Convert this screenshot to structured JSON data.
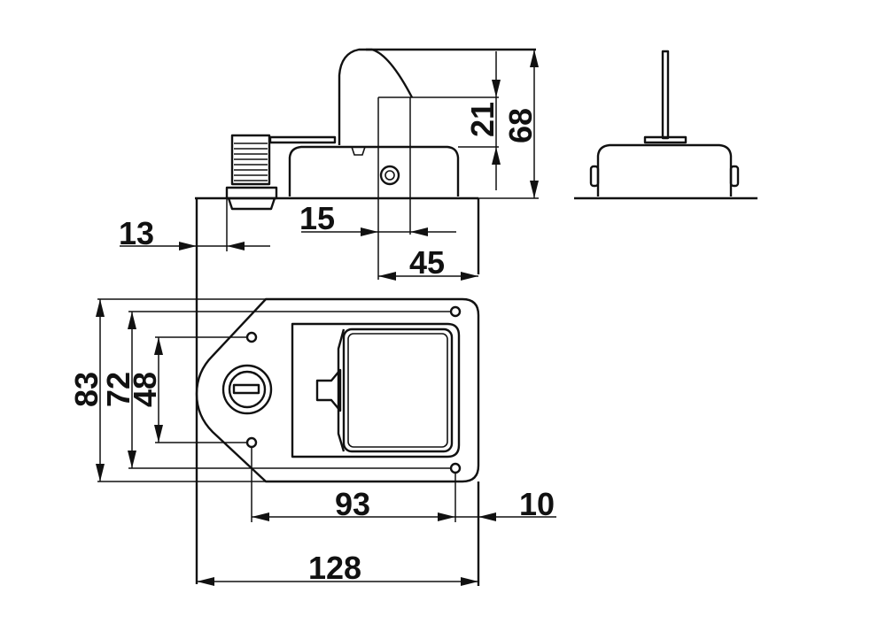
{
  "drawing": {
    "dimensions": {
      "d13": "13",
      "d15": "15",
      "d45": "45",
      "d21": "21",
      "d68": "68",
      "d83": "83",
      "d72": "72",
      "d48": "48",
      "d93": "93",
      "d10": "10",
      "d128": "128"
    }
  }
}
